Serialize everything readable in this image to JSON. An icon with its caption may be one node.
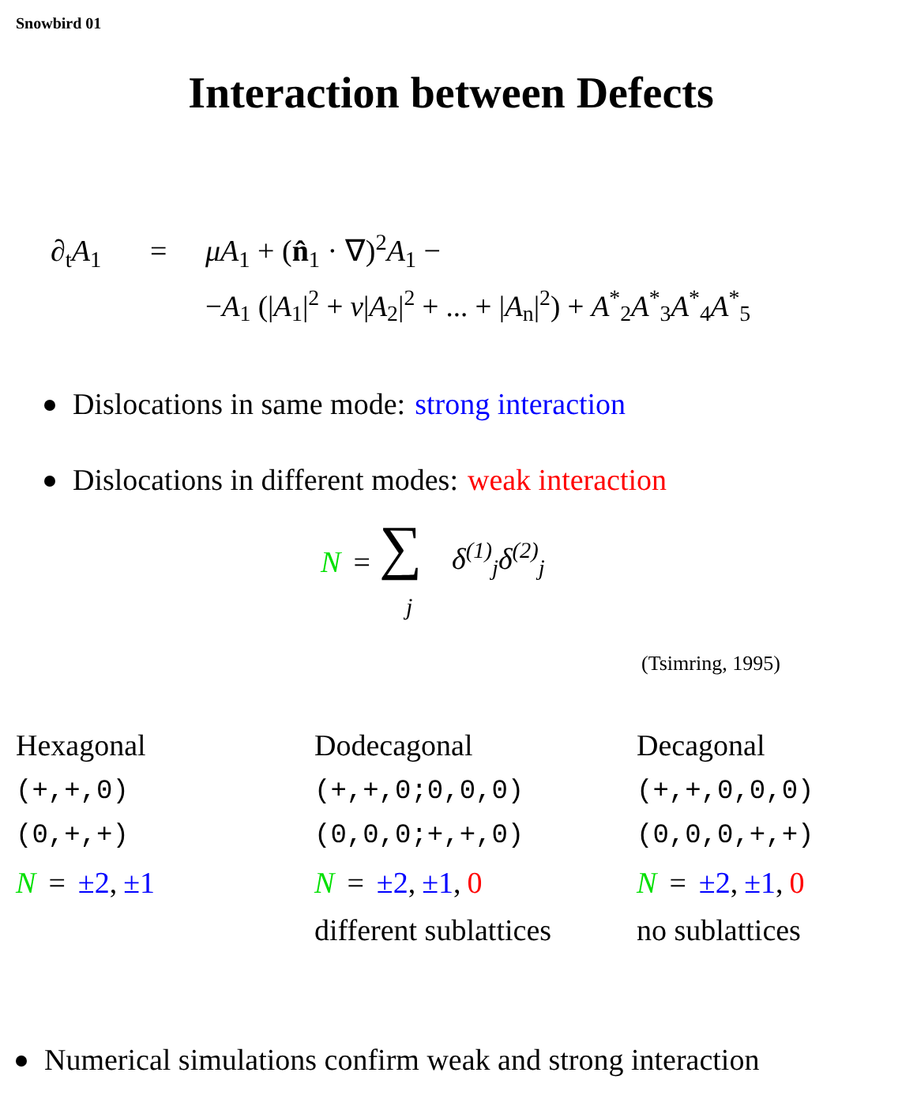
{
  "diagram": {
    "title": "Interaction between Defects",
    "labels": [
      "Snowbird 01",
      "∂$_{t}$*A*$_{1}$",
      "=",
      "*μA*$_{1}$ + (**n̂**$_{1}$ · ∇)$^{2}$*A*$_{1}$ −",
      "−*A*$_{1}$ (|*A*$_{1}$|$^{2}$ + *ν*|*A*$_{2}$|$^{2}$ + ... + |*A*$_{n}$|$^{2}$) + *A*$^{*}$$_{2}$*A*$^{*}$$_{3}$*A*$^{*}$$_{4}$*A*$^{*}$$_{5}$",
      "Dislocations in same mode:",
      "strong interaction",
      "Dislocations in different modes:",
      "weak interaction",
      "N",
      "=",
      "∑",
      "j",
      "δ$^{(1)}$$_{j}$δ$^{(2)}$$_{j}$",
      "(Tsimring, 1995)",
      "Hexagonal",
      "Dodecagonal",
      "Decagonal",
      "(+,+,0)",
      "(+,+,0;0,0,0)",
      "(+,+,0,0,0)",
      "(0,+,+)",
      "(0,0,0;+,+,0)",
      "(0,0,0,+,+)",
      "N",
      "=",
      "±2",
      ",",
      "±1",
      "N",
      "=",
      "±2",
      ",",
      "±1",
      ",",
      "0",
      "N",
      "=",
      "±2",
      ",",
      "±1",
      ",",
      "0",
      "different sublattices",
      "no sublattices",
      "Numerical simulations confirm weak and strong interaction"
    ]
  }
}
